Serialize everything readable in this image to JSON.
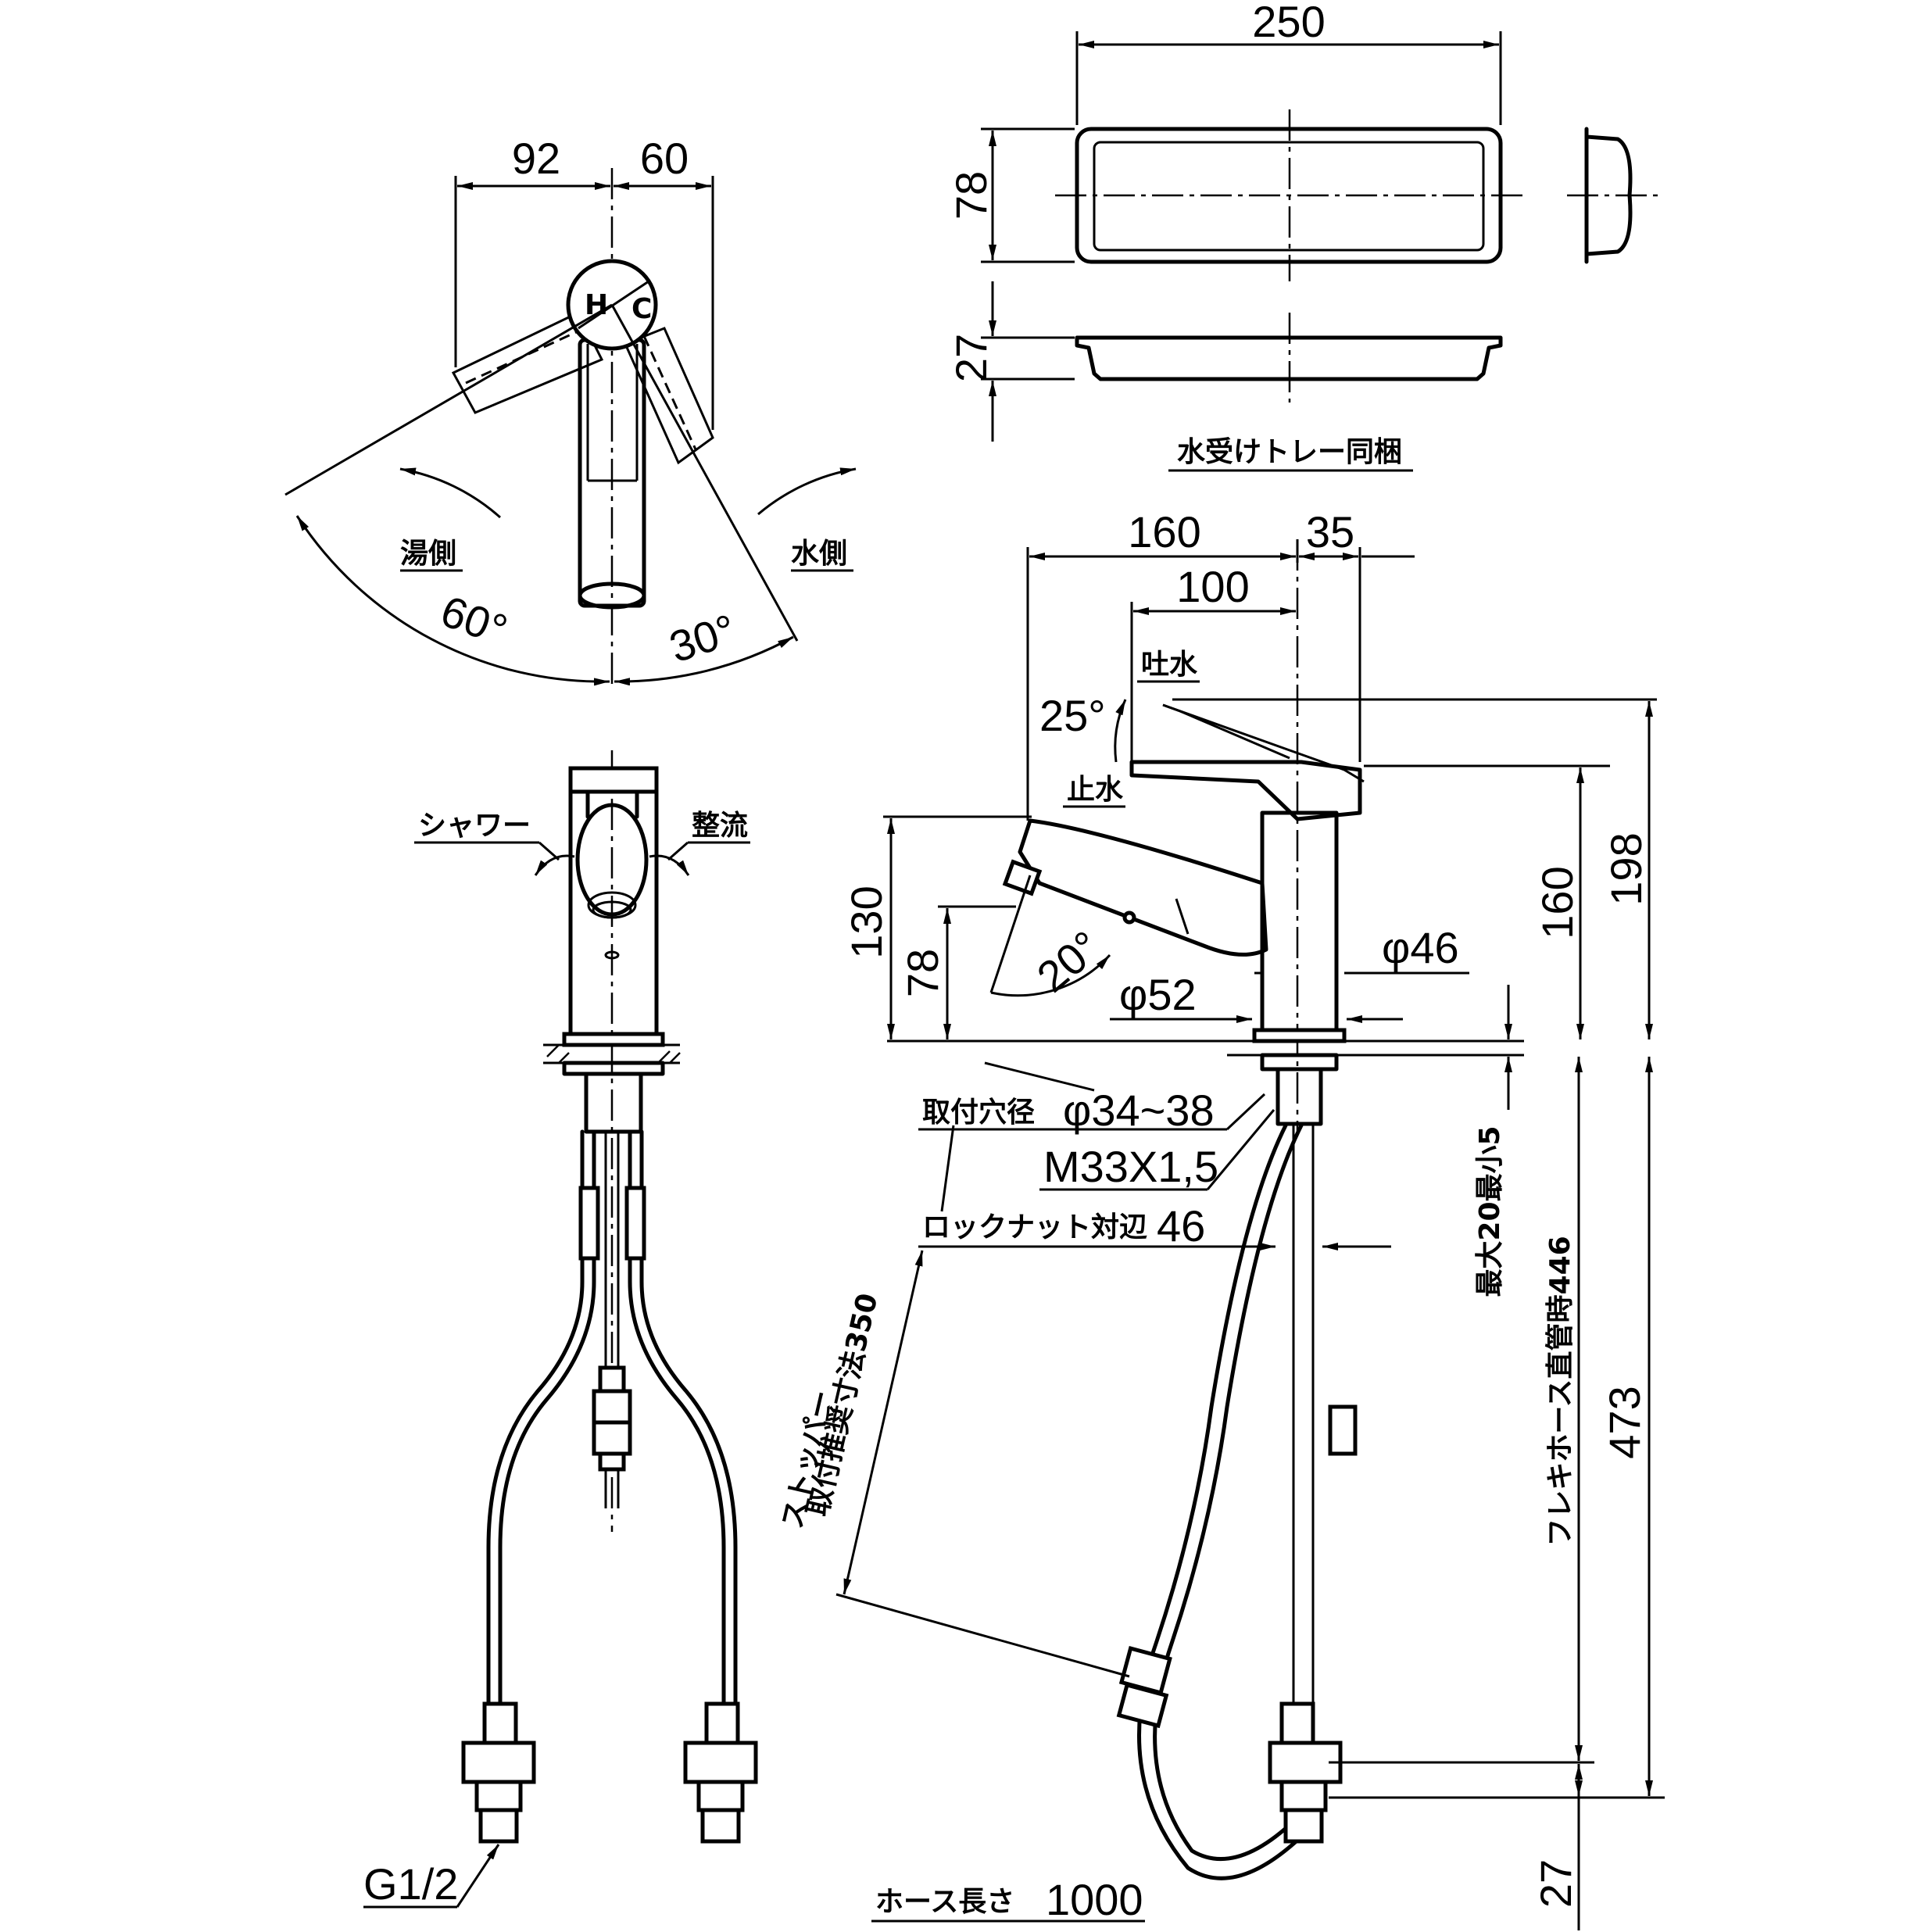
{
  "tray": {
    "width": "250",
    "depth": "78",
    "height": "27",
    "caption": "水受けトレー同梱"
  },
  "top_view": {
    "dim_hot_side": "92",
    "dim_cold_side": "60",
    "hot_label": "湯側",
    "cold_label": "水側",
    "hot_angle": "60°",
    "cold_angle": "30°",
    "handle_h": "H",
    "handle_c": "C"
  },
  "front_view": {
    "shower_label": "シャワー",
    "straight_label": "整流",
    "connection_label": "G1/2"
  },
  "side_view": {
    "dim_160": "160",
    "dim_35": "35",
    "dim_100": "100",
    "spout_on_label": "吐水",
    "spout_off_label": "止水",
    "lever_angle": "25°",
    "spout_angle": "20°",
    "height_130": "130",
    "height_78": "78",
    "diameter_46": "φ46",
    "diameter_52": "φ52",
    "height_198": "198",
    "height_160": "160",
    "mount_hole_label": "取付穴径",
    "mount_hole_value": "φ34~38",
    "thread_value": "M33X1,5",
    "locknut_label": "ロックナット対辺",
    "locknut_value": "46",
    "counter_thickness": "最大20最小5",
    "flex_hose_label": "フレキホース直管時446",
    "total_below": "473",
    "bottom_27": "27",
    "stopper_label_1": "ストッパー",
    "stopper_label_2": "取付推奨寸法350",
    "hose_length_label": "ホース長さ",
    "hose_length_value": "1000"
  }
}
